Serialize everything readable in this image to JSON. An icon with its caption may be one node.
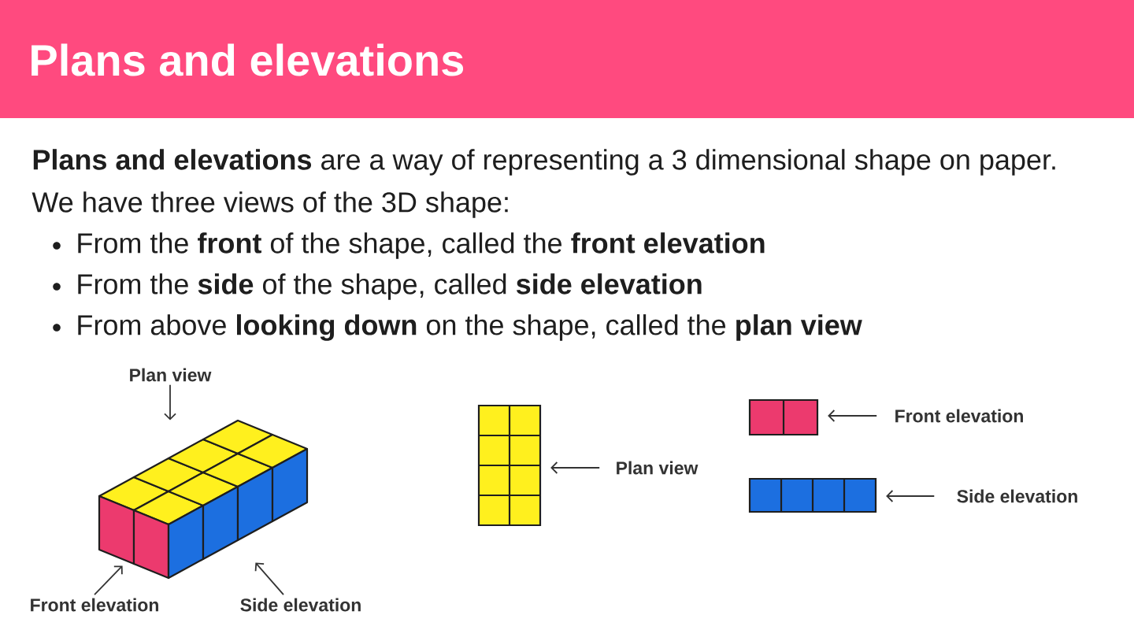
{
  "diagram": {
    "title": "Plans and elevations",
    "nodes": [
      {
        "text": [],
        "shape": "picture"
      },
      {
        "text": [
          "Plan view"
        ]
      },
      {
        "text": [
          "Front elevation"
        ]
      },
      {
        "text": [
          "Side elevation"
        ]
      },
      {
        "text": [],
        "shape": "box"
      },
      {
        "text": [
          "Plan view"
        ]
      },
      {
        "text": [],
        "shape": "box"
      },
      {
        "text": [
          "Front elevation"
        ]
      },
      {
        "text": [],
        "shape": "box"
      },
      {
        "text": [
          "Side elevation"
        ]
      }
    ],
    "edges": [
      {
        "from": 1,
        "to": 0,
        "arrow": "to"
      },
      {
        "from": 2,
        "to": 0,
        "arrow": "to"
      },
      {
        "from": 3,
        "to": 0,
        "arrow": "to"
      },
      {
        "from": 5,
        "to": 4,
        "arrow": "to"
      },
      {
        "from": 7,
        "to": 6,
        "arrow": "to"
      },
      {
        "from": 9,
        "to": 8,
        "arrow": "to"
      }
    ],
    "labels": [
      "**Plans and elevations** are a way of representing a 3 dimensional shape on paper.",
      "We have three views of the 3D shape:",
      "From the **front** of the shape, called the **front elevation**",
      "From the **side** of the shape, called **side elevation**",
      "From above **looking down** on the shape, called the **plan view**"
    ]
  }
}
